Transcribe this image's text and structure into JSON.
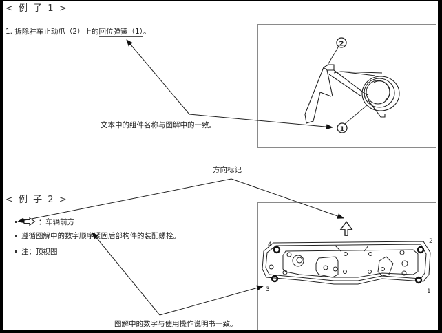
{
  "example1": {
    "header": "< 例 子   1 >",
    "step_prefix": "1. 拆除驻车止动爪（2）上的",
    "step_underlined": "回位弹簧（1）",
    "step_suffix": "。",
    "callout": "文本中的组件名称与图解中的一致。",
    "figure": {
      "labels": [
        "①",
        "②"
      ]
    }
  },
  "example2": {
    "header": "< 例 子   2 >",
    "direction_label": "方向标记",
    "bullets": [
      {
        "icon": "arrow-right-outline-icon",
        "text": "：车辆前方"
      },
      {
        "text": "遵循图解中的数字顺序紧固后部构件的装配螺栓。",
        "underlined": "遵循图解中的数字顺序"
      },
      {
        "text": "注：顶视图"
      }
    ],
    "callout": "图解中的数字与使用操作说明书一致。",
    "figure": {
      "bolt_numbers": [
        "1",
        "2",
        "3",
        "4"
      ]
    }
  }
}
